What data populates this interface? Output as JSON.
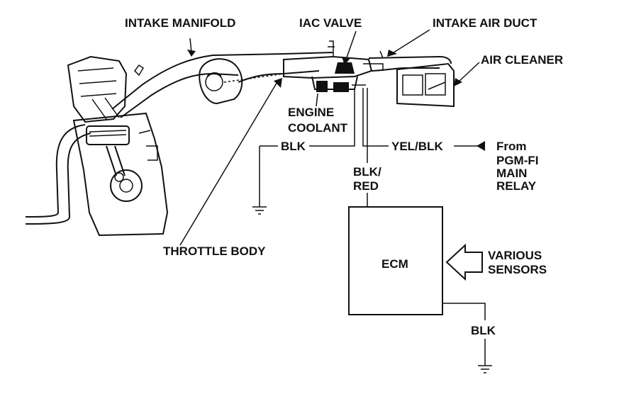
{
  "labels": {
    "intake_manifold": "INTAKE MANIFOLD",
    "iac_valve": "IAC VALVE",
    "intake_air_duct": "INTAKE AIR DUCT",
    "air_cleaner": "AIR CLEANER",
    "engine": "ENGINE",
    "coolant": "COOLANT",
    "blk_ground": "BLK",
    "yel_blk": "YEL/BLK",
    "from": "From",
    "pgm_fi": "PGM-FI",
    "main": "MAIN",
    "relay": "RELAY",
    "blk_red_1": "BLK/",
    "blk_red_2": "RED",
    "ecm": "ECM",
    "various": "VARIOUS",
    "sensors": "SENSORS",
    "blk_ecm_ground": "BLK",
    "throttle_body": "THROTTLE BODY"
  }
}
